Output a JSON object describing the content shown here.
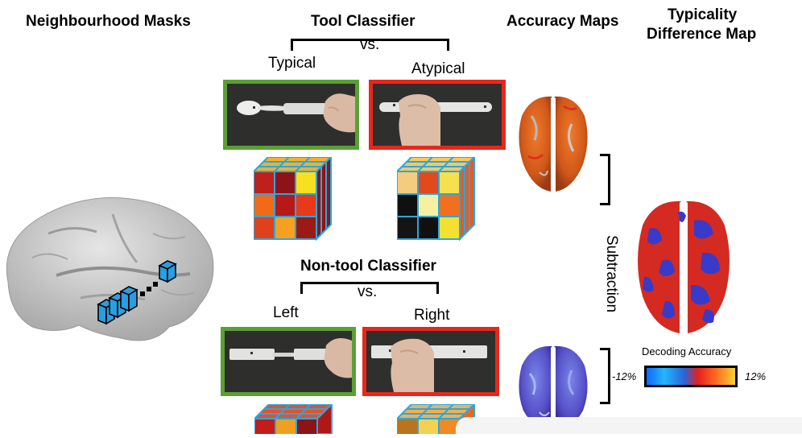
{
  "headers": {
    "neighbourhood_masks": "Neighbourhood Masks",
    "tool_classifier": "Tool Classifier",
    "accuracy_maps": "Accuracy Maps",
    "typicality_line1": "Typicality",
    "typicality_line2": "Difference Map",
    "non_tool_classifier": "Non-tool Classifier"
  },
  "tool": {
    "vs": "vs.",
    "left_label": "Typical",
    "right_label": "Atypical"
  },
  "nontool": {
    "vs": "vs.",
    "left_label": "Left",
    "right_label": "Right"
  },
  "subtraction_label": "Subtraction",
  "legend": {
    "title": "Decoding Accuracy",
    "min_label": "-12%",
    "max_label": "12%"
  },
  "colors": {
    "typical_border": "#5aa035",
    "atypical_border": "#e8271b",
    "cube_edge": "#2aa7e0",
    "voxel_fill": "#2a9ee0"
  }
}
